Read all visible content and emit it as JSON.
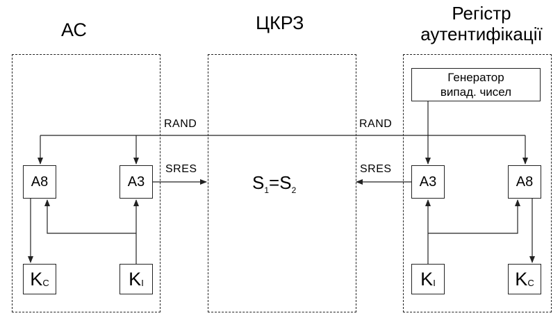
{
  "regions": {
    "ms": {
      "title": "АС"
    },
    "center": {
      "title": "ЦКРЗ",
      "formula": {
        "s1": "S",
        "s1_sub": "1",
        "eq": "=",
        "s2": "S",
        "s2_sub": "2"
      }
    },
    "auth": {
      "title_line1": "Регістр",
      "title_line2": "аутентифікації"
    }
  },
  "generator": {
    "line1": "Генератор",
    "line2": "випад. чисел"
  },
  "blocks": {
    "a8": "A8",
    "a3": "A3",
    "kc_main": "K",
    "kc_sub": "C",
    "ki_main": "K",
    "ki_sub": "I"
  },
  "signals": {
    "rand": "RAND",
    "sres": "SRES"
  },
  "colors": {
    "line": "#222222",
    "background": "#ffffff"
  }
}
